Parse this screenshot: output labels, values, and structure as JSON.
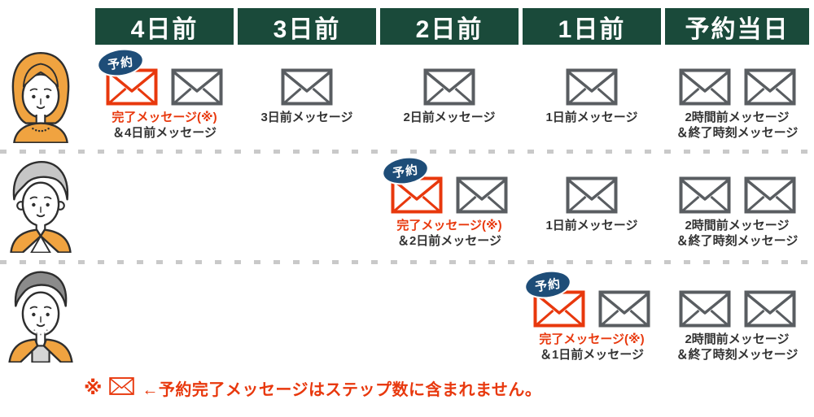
{
  "colors": {
    "header_green": "#1a4a3a",
    "badge_navy": "#1e4d78",
    "alert_red": "#e8380d",
    "envelope_gray": "#595d61",
    "text_dark": "#333333",
    "separator_gray": "#c9c9c9",
    "clothing_orange": "#f0a340"
  },
  "header": {
    "columns": [
      {
        "label": "4日前"
      },
      {
        "label": "3日前"
      },
      {
        "label": "2日前"
      },
      {
        "label": "1日前"
      },
      {
        "label": "予約当日"
      }
    ]
  },
  "badge_label": "予約",
  "rows": [
    {
      "avatar": "woman-orange-bob-avatar",
      "cells": [
        {
          "col": 0,
          "reserved": true,
          "envelopes": [
            "red",
            "gray"
          ],
          "labels": [
            {
              "text": "完了メッセージ(※)",
              "red": true
            },
            {
              "text": "＆4日前メッセージ",
              "red": false
            }
          ]
        },
        {
          "col": 1,
          "reserved": false,
          "envelopes": [
            "gray"
          ],
          "labels": [
            {
              "text": "3日前メッセージ",
              "red": false
            }
          ]
        },
        {
          "col": 2,
          "reserved": false,
          "envelopes": [
            "gray"
          ],
          "labels": [
            {
              "text": "2日前メッセージ",
              "red": false
            }
          ]
        },
        {
          "col": 3,
          "reserved": false,
          "envelopes": [
            "gray"
          ],
          "labels": [
            {
              "text": "1日前メッセージ",
              "red": false
            }
          ]
        },
        {
          "col": 4,
          "reserved": false,
          "envelopes": [
            "gray",
            "gray"
          ],
          "labels": [
            {
              "text": "2時間前メッセージ",
              "red": false
            },
            {
              "text": "＆終了時刻メッセージ",
              "red": false
            }
          ]
        }
      ]
    },
    {
      "avatar": "man-gray-hair-hoodie-avatar",
      "cells": [
        {
          "col": 2,
          "reserved": true,
          "envelopes": [
            "red",
            "gray"
          ],
          "labels": [
            {
              "text": "完了メッセージ(※)",
              "red": true
            },
            {
              "text": "＆2日前メッセージ",
              "red": false
            }
          ]
        },
        {
          "col": 3,
          "reserved": false,
          "envelopes": [
            "gray"
          ],
          "labels": [
            {
              "text": "1日前メッセージ",
              "red": false
            }
          ]
        },
        {
          "col": 4,
          "reserved": false,
          "envelopes": [
            "gray",
            "gray"
          ],
          "labels": [
            {
              "text": "2時間前メッセージ",
              "red": false
            },
            {
              "text": "＆終了時刻メッセージ",
              "red": false
            }
          ]
        }
      ]
    },
    {
      "avatar": "man-beard-jacket-avatar",
      "cells": [
        {
          "col": 3,
          "reserved": true,
          "envelopes": [
            "red",
            "gray"
          ],
          "labels": [
            {
              "text": "完了メッセージ(※)",
              "red": true
            },
            {
              "text": "＆1日前メッセージ",
              "red": false
            }
          ]
        },
        {
          "col": 4,
          "reserved": false,
          "envelopes": [
            "gray",
            "gray"
          ],
          "labels": [
            {
              "text": "2時間前メッセージ",
              "red": false
            },
            {
              "text": "＆終了時刻メッセージ",
              "red": false
            }
          ]
        }
      ]
    }
  ],
  "footnote": {
    "asterisk": "※",
    "icon": "red-envelope-icon",
    "text": "←予約完了メッセージはステップ数に含まれません。"
  }
}
